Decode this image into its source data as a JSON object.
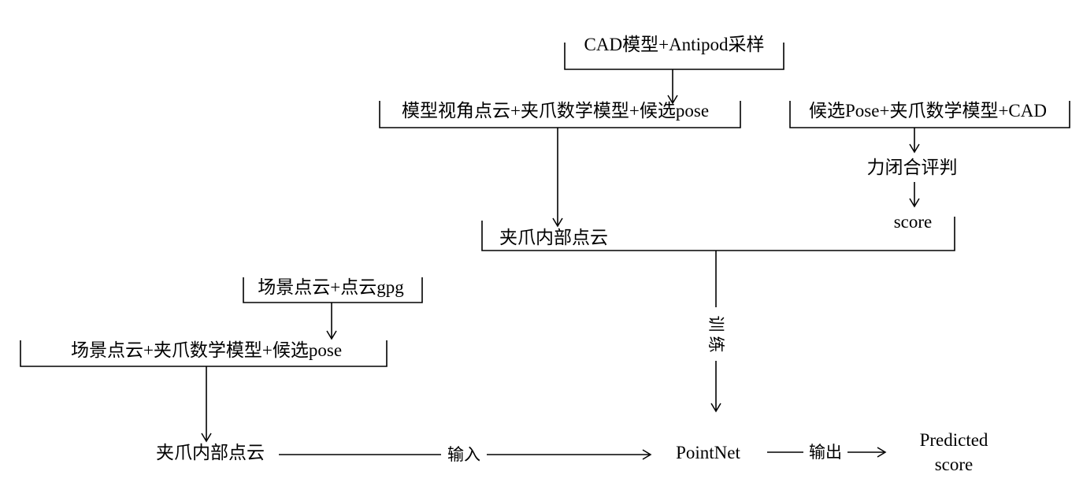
{
  "nodes": {
    "cad_sampling": "CAD模型+Antipod采样",
    "model_view": "模型视角点云+夹爪数学模型+候选pose",
    "candidate_pose_cad": "候选Pose+夹爪数学模型+CAD",
    "force_closure": "力闭合评判",
    "score": "score",
    "gripper_cloud_train": "夹爪内部点云",
    "scene_gpg": "场景点云+点云gpg",
    "scene_model": "场景点云+夹爪数学模型+候选pose",
    "gripper_cloud_input": "夹爪内部点云",
    "pointnet": "PointNet",
    "predicted_line1": "Predicted",
    "predicted_line2": "score"
  },
  "edges": {
    "train": "训练",
    "input": "输入",
    "output": "输出"
  }
}
